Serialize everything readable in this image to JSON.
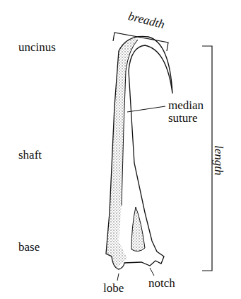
{
  "diagram": {
    "labels": [
      "breadth",
      "uncinus",
      "median suture",
      "shaft",
      "length",
      "base",
      "lobe",
      "notch"
    ]
  }
}
